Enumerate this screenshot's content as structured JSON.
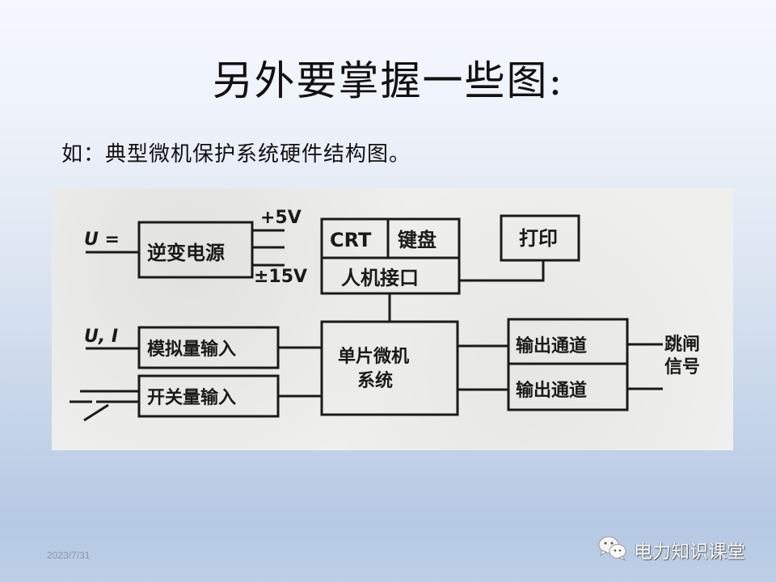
{
  "slide": {
    "title": "另外要掌握一些图:",
    "subtitle": "如：典型微机保护系统硬件结构图。",
    "date": "2023/7/31",
    "brand": {
      "icon": "wechat-icon",
      "text": "电力知识课堂"
    },
    "colors": {
      "background_top": "#f5f8fe",
      "background_bottom": "#b5c9e3",
      "diagram_bg": "#efefed",
      "line": "#1a1a1a"
    }
  },
  "diagram": {
    "inputs": {
      "dc_input": "U =",
      "analog_input": "U, I"
    },
    "power_outputs": {
      "plus5v": "+5V",
      "pm15v": "±15V"
    },
    "blocks": {
      "inverter_power": "逆变电源",
      "crt": "CRT",
      "keyboard": "键盘",
      "hmi": "人机接口",
      "printer": "打印",
      "analog_in": "模拟量输入",
      "switch_in": "开关量输入",
      "mcu_line1": "单片微机",
      "mcu_line2": "系统",
      "output1": "输出通道",
      "output2": "输出通道"
    },
    "trip_signal": {
      "line1": "跳闸",
      "line2": "信号"
    }
  }
}
